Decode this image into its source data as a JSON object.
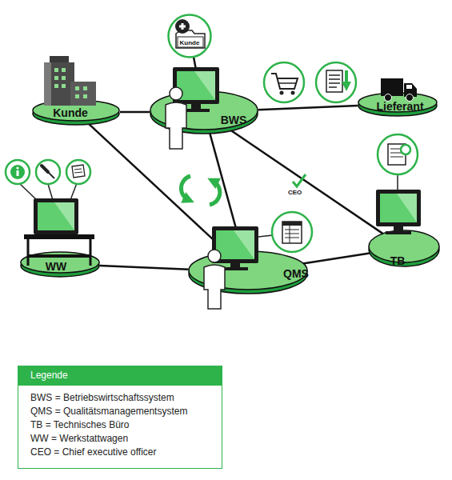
{
  "diagram": {
    "nodes": [
      {
        "text": [
          "Kunde"
        ]
      },
      {
        "text": [
          "BWS"
        ]
      },
      {
        "text": [
          "Lieferant"
        ]
      },
      {
        "text": [
          "WW"
        ]
      },
      {
        "text": [
          "QMS"
        ]
      },
      {
        "text": [
          "TB"
        ]
      },
      {
        "text": [
          "Kunde"
        ]
      }
    ],
    "edges": [
      {
        "from": 6,
        "to": 1,
        "arrow": "none"
      },
      {
        "from": 0,
        "to": 1,
        "arrow": "none"
      },
      {
        "from": 1,
        "to": 2,
        "arrow": "none"
      },
      {
        "from": 0,
        "to": 4,
        "arrow": "none"
      },
      {
        "from": 1,
        "to": 4,
        "arrow": "none"
      },
      {
        "from": 1,
        "to": 5,
        "arrow": "none"
      },
      {
        "from": 3,
        "to": 4,
        "arrow": "none"
      },
      {
        "from": 4,
        "to": 5,
        "arrow": "none"
      }
    ],
    "labels": [
      "CEO",
      "Legende"
    ],
    "legend": [
      {
        "text": "BWS = Betriebswirtschaftssystem"
      },
      {
        "text": "QMS = Qualitätsmanagementsystem"
      },
      {
        "text": "TB = Technisches Büro"
      },
      {
        "text": "WW = Werkstattwagen"
      },
      {
        "text": "CEO = Chief executive officer"
      }
    ]
  }
}
